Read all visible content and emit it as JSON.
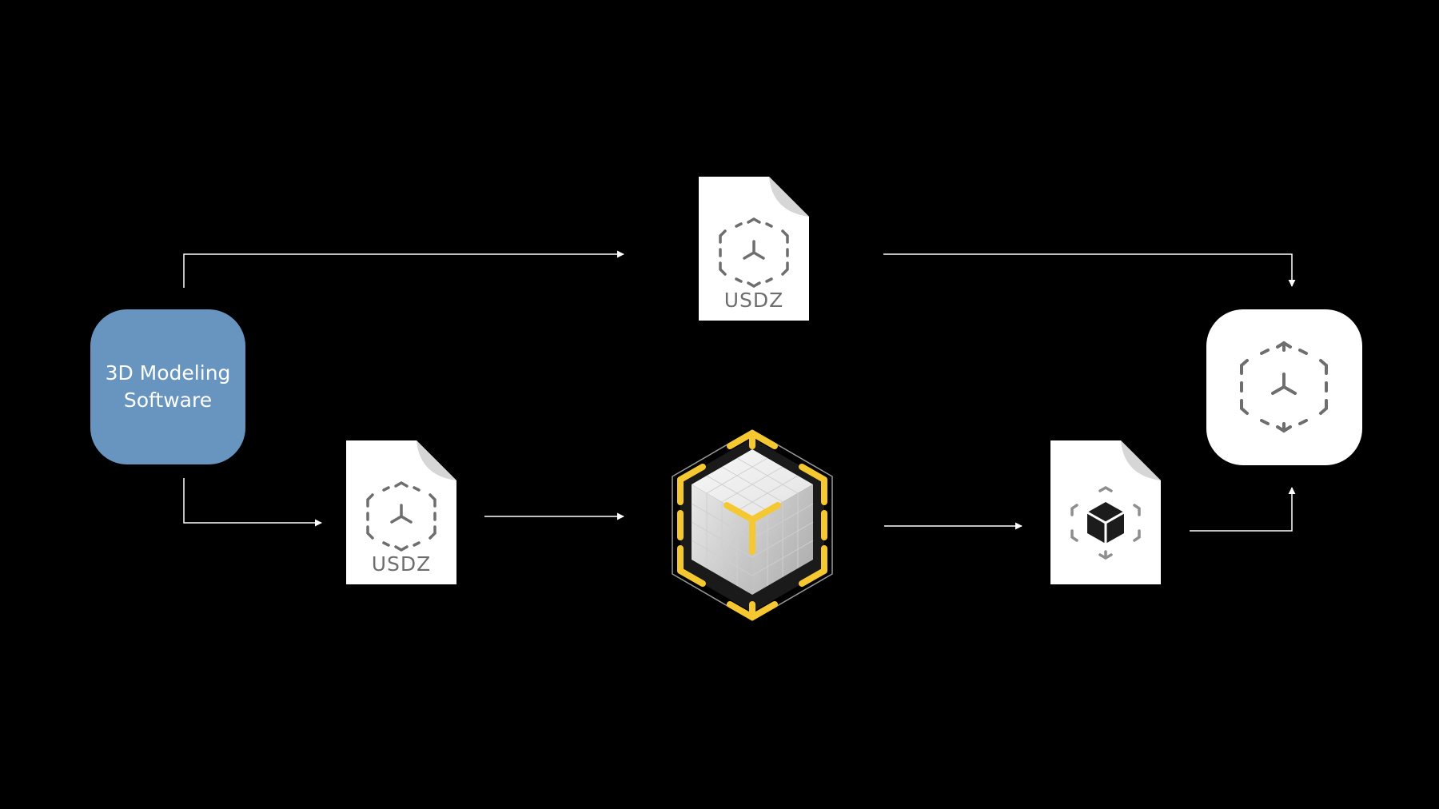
{
  "app": {
    "line1": "3D Modeling",
    "line2": "Software"
  },
  "usdz_top": {
    "label": "USDZ"
  },
  "usdz_bottom": {
    "label": "USDZ"
  },
  "colors": {
    "background": "#000000",
    "app_tile": "#6895bf",
    "accent_yellow": "#f5c832",
    "icon_gray": "#6e6e6e",
    "connector": "#ffffff"
  },
  "icons": [
    "ar-cube-icon",
    "reality-composer-icon",
    "reality-file-icon",
    "ar-quick-look-icon"
  ]
}
